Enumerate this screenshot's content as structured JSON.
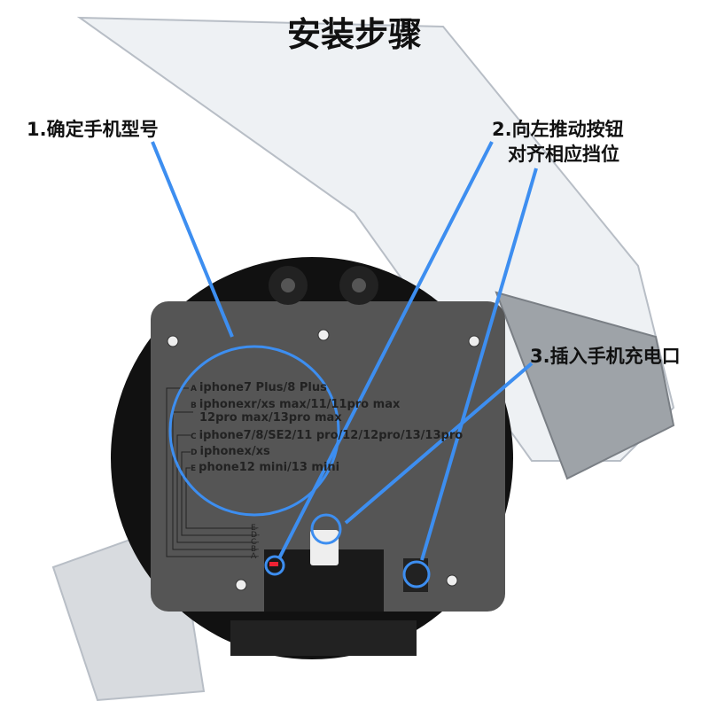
{
  "title": "安装步骤",
  "steps": [
    {
      "text": "1.确定手机型号"
    },
    {
      "line1": "2.向左推动按钮",
      "line2": "对齐相应挡位"
    },
    {
      "text": "3.插入手机充电口"
    }
  ],
  "models": [
    {
      "letter": "A",
      "text": "iphone7 Plus/8 Plus"
    },
    {
      "letter": "B",
      "text": "iphonexr/xs max/11/11pro max",
      "text2": "12pro max/13pro max"
    },
    {
      "letter": "C",
      "text": "iphone7/8/SE2/11 pro/12/12pro/13/13pro"
    },
    {
      "letter": "D",
      "text": "iphonex/xs"
    },
    {
      "letter": "E",
      "text": "phone12 mini/13 mini"
    }
  ],
  "slot_letters": [
    "E-",
    "D-",
    "C-",
    "B-",
    "A-"
  ],
  "colors": {
    "accent": "#3d8ef0",
    "device": "#4a4a4a"
  }
}
